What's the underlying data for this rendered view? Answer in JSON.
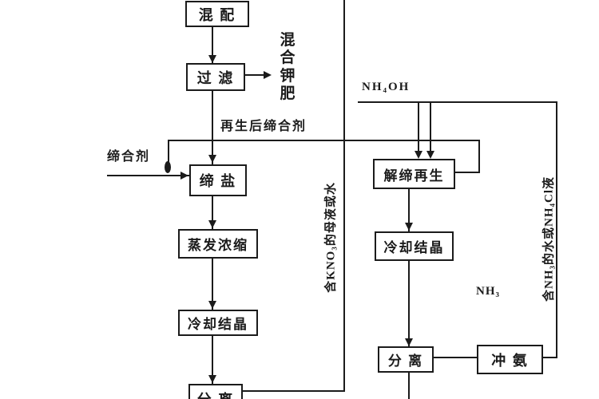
{
  "diagram": {
    "nodes": {
      "mixing": "混 配",
      "filtration": "过 滤",
      "association": "缔 盐",
      "evaporation": "蒸发浓缩",
      "cooling_left": "冷却结晶",
      "separation_left": "分 离",
      "dissociation_regeneration": "解缔再生",
      "cooling_right": "冷却结晶",
      "separation_right": "分 离",
      "ammonia_wash": "冲 氨"
    },
    "labels": {
      "mixed_potash_fertilizer": "混合钾肥",
      "regenerated_agent": "再生后缔合剂",
      "agent": "缔合剂",
      "nh4oh": "NH₄OH",
      "nh3": "NH₃",
      "kno3_stream": "含KNO₃的母液或水",
      "nh3_stream": "含NH₃的水或NH₄Cl液"
    },
    "colors": {
      "ink": "#1b1b1b",
      "paper": "#ffffff"
    }
  }
}
